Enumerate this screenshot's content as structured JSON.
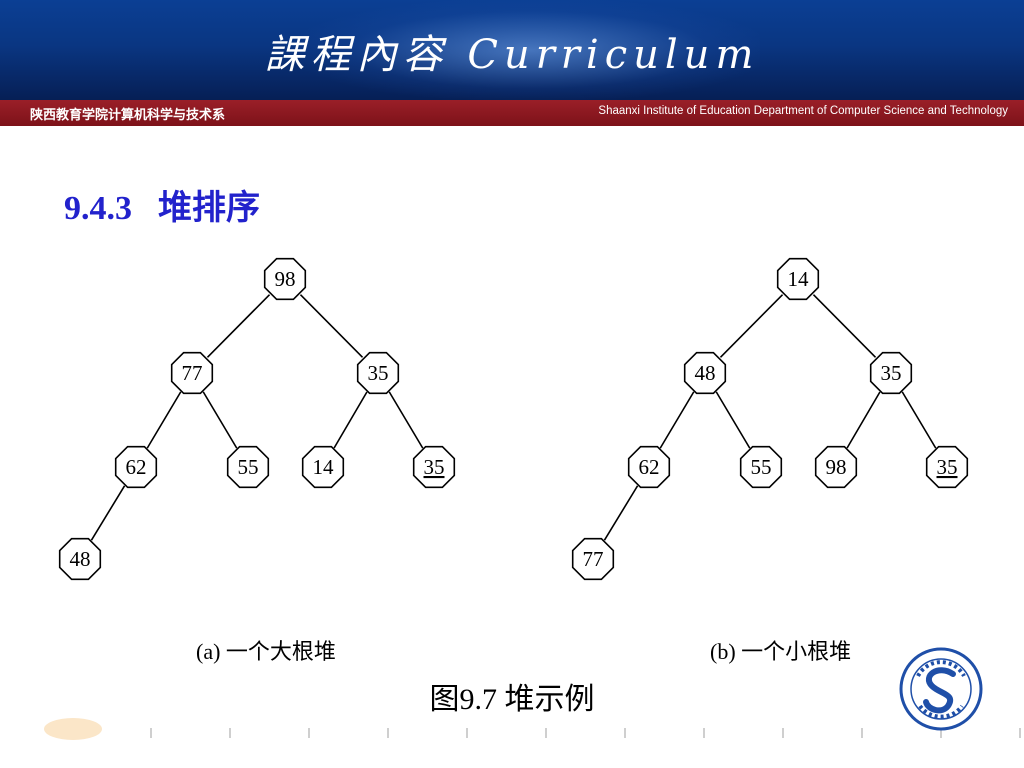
{
  "header": {
    "title": "課程內容 Curriculum",
    "institution_cn": "陕西教育学院计算机科学与技术系",
    "institution_en": "Shaanxi Institute of Education  Department of Computer Science and Technology"
  },
  "section": {
    "number": "9.4.3",
    "title": "堆排序"
  },
  "heaps": [
    {
      "caption": "(a) 一个大根堆",
      "nodes": [
        {
          "label": "98"
        },
        {
          "label": "77"
        },
        {
          "label": "35"
        },
        {
          "label": "62"
        },
        {
          "label": "55"
        },
        {
          "label": "14"
        },
        {
          "label": "35",
          "underline": true
        },
        {
          "label": "48"
        }
      ],
      "edges": [
        [
          0,
          1
        ],
        [
          0,
          2
        ],
        [
          1,
          3
        ],
        [
          1,
          4
        ],
        [
          2,
          5
        ],
        [
          2,
          6
        ],
        [
          3,
          7
        ]
      ]
    },
    {
      "caption": "(b) 一个小根堆",
      "nodes": [
        {
          "label": "14"
        },
        {
          "label": "48"
        },
        {
          "label": "35"
        },
        {
          "label": "62"
        },
        {
          "label": "55"
        },
        {
          "label": "98"
        },
        {
          "label": "35",
          "underline": true
        },
        {
          "label": "77"
        }
      ],
      "edges": [
        [
          0,
          1
        ],
        [
          0,
          2
        ],
        [
          1,
          3
        ],
        [
          1,
          4
        ],
        [
          2,
          5
        ],
        [
          2,
          6
        ],
        [
          3,
          7
        ]
      ]
    }
  ],
  "figure_title": "图9.7 堆示例",
  "colors": {
    "header_blue": "#0a3682",
    "subbar_red": "#8b1a22",
    "heading_blue": "#2222cc"
  },
  "logo": {
    "icon": "institute-seal-icon"
  }
}
